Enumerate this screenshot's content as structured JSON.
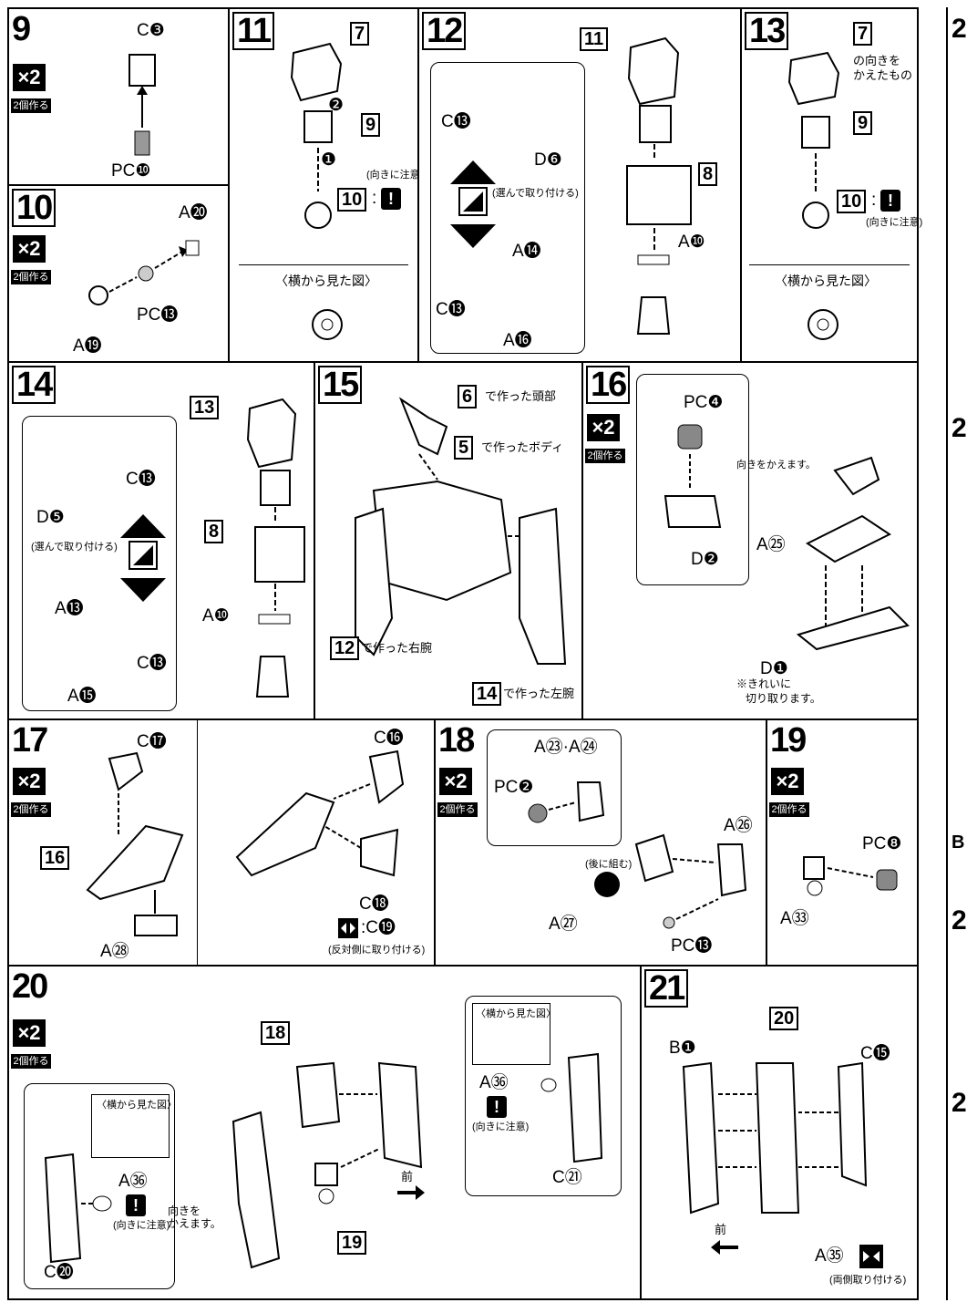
{
  "steps": {
    "s9": {
      "num": "9",
      "x2": "×2",
      "note": "2個作る",
      "labels": {
        "c3": "C❸",
        "pc10": "PC❿"
      }
    },
    "s10": {
      "num": "10",
      "x2": "×2",
      "note": "2個作る",
      "labels": {
        "a20": "A⓴",
        "pc13": "PC⓭",
        "a19": "A⓳"
      }
    },
    "s11": {
      "num": "11",
      "labels": {
        "ref7": "7",
        "ref9": "9",
        "ref10": "10",
        "colon": ":",
        "caution": "(向きに注意)",
        "side_view": "〈横から見た図〉",
        "one": "❶",
        "two": "❷"
      }
    },
    "s12": {
      "num": "12",
      "labels": {
        "ref11": "11",
        "ref8": "8",
        "c13a": "C⓭",
        "d6": "D❻",
        "choose": "(選んで取り付ける)",
        "a14": "A⓮",
        "c13b": "C⓭",
        "a16": "A⓰",
        "a10": "A❿"
      }
    },
    "s13": {
      "num": "13",
      "labels": {
        "ref7": "7",
        "dir_change": "の向きを",
        "dir_change2": "かえたもの",
        "ref9": "9",
        "ref10": "10",
        "colon": ":",
        "caution": "(向きに注意)",
        "side_view": "〈横から見た図〉"
      }
    },
    "s14": {
      "num": "14",
      "labels": {
        "ref13": "13",
        "ref8": "8",
        "c13a": "C⓭",
        "d5": "D❺",
        "choose": "(選んで取り付ける)",
        "a13": "A⓭",
        "c13b": "C⓭",
        "a15": "A⓯",
        "a10": "A❿"
      }
    },
    "s15": {
      "num": "15",
      "labels": {
        "ref6": "6",
        "head": "で作った頭部",
        "ref5": "5",
        "body": "で作ったボディ",
        "ref12": "12",
        "right_arm": "で作った右腕",
        "ref14": "14",
        "left_arm": "で作った左腕"
      }
    },
    "s16": {
      "num": "16",
      "x2": "×2",
      "note": "2個作る",
      "labels": {
        "pc4": "PC❹",
        "d2": "D❷",
        "turn": "向きをかえます。",
        "a25": "A㉕",
        "d1": "D❶",
        "note1": "※きれいに",
        "note2": "切り取ります。"
      }
    },
    "s17": {
      "num": "17",
      "x2": "×2",
      "note": "2個作る",
      "labels": {
        "c17": "C⓱",
        "ref16": "16",
        "a28": "A㉘",
        "c16": "C⓰",
        "c18": "C⓲",
        "c19": ":C⓳",
        "opposite": "(反対側に取り付ける)"
      }
    },
    "s18": {
      "num": "18",
      "x2": "×2",
      "note": "2個作る",
      "labels": {
        "a23_24": "A㉓·A㉔",
        "pc2": "PC❷",
        "a26": "A㉖",
        "later": "(後に組む)",
        "a27": "A㉗",
        "pc13": "PC⓭"
      }
    },
    "s19": {
      "num": "19",
      "x2": "×2",
      "note": "2個作る",
      "labels": {
        "pc8": "PC❽",
        "a33": "A㉝"
      }
    },
    "s20": {
      "num": "20",
      "x2": "×2",
      "note": "2個作る",
      "labels": {
        "side_view": "〈横から見た図〉",
        "a36a": "A㊱",
        "caution": "(向きに注意)",
        "turn": "向きを",
        "turn2": "かえます。",
        "c20": "C⓴",
        "ref18": "18",
        "ref19": "19",
        "front": "前",
        "side_view2": "〈横から見た図〉",
        "a36b": "A㊱",
        "caution2": "(向きに注意)",
        "c21": "C㉑"
      }
    },
    "s21": {
      "num": "21",
      "labels": {
        "ref20": "20",
        "b1": "B❶",
        "c15": "C⓯",
        "front": "前",
        "a35": "A㉟",
        "both": "(両側取り付ける)"
      }
    }
  },
  "right_strip": [
    "2",
    "2",
    "B",
    "2",
    "2"
  ]
}
